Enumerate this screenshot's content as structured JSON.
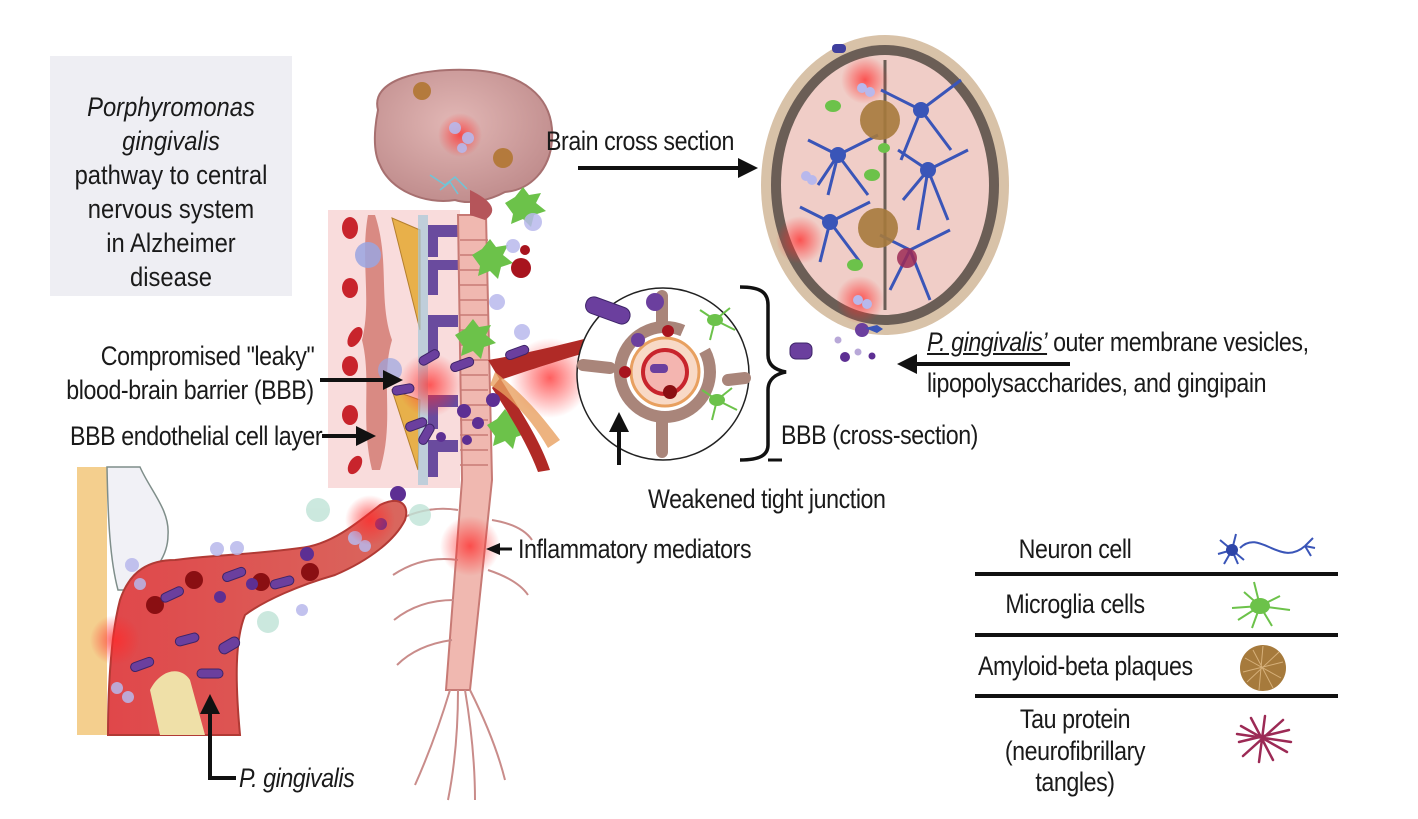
{
  "title": {
    "line1_italic": "Porphyromonas",
    "line2_italic": "gingivalis",
    "line3": "pathway to central",
    "line4": "nervous system",
    "line5": "in Alzheimer",
    "line6": "disease"
  },
  "labels": {
    "brain_cross_section": "Brain cross section",
    "leaky_bbb_line1": "Compromised \"leaky\"",
    "leaky_bbb_line2": "blood-brain barrier (BBB)",
    "endothelial_layer": "BBB endothelial cell layer",
    "omv_italic": "P. gingivalis’",
    "omv_line1_rest": " outer membrane vesicles,",
    "omv_line2": "lipopolysaccharides, and gingipain",
    "bbb_cross_section": "BBB (cross-section)",
    "weakened_tight_junction": "Weakened tight junction",
    "inflammatory_mediators": "Inflammatory mediators",
    "p_gingivalis": "P. gingivalis"
  },
  "legend": {
    "items": [
      {
        "label": "Neuron cell",
        "icon": "neuron-icon",
        "color": "#3a55b8"
      },
      {
        "label": "Microglia cells",
        "icon": "microglia-icon",
        "color": "#6cc24a"
      },
      {
        "label": "Amyloid-beta plaques",
        "icon": "amyloid-plaque-icon",
        "color": "#a67a3c"
      },
      {
        "label_lines": [
          "Tau protein",
          "(neurofibrillary",
          "tangles)"
        ],
        "icon": "tau-tangle-icon",
        "color": "#9c2a55"
      }
    ]
  },
  "colors": {
    "title_box_bg": "#eeeef3",
    "bacteria": "#6b3f9e",
    "blood_vessel": "#d9473f",
    "red_blood_cell": "#c8242c",
    "brain_tissue": "#d7a7a5",
    "skull": "#d8c2a8",
    "neuron": "#3a55b8",
    "microglia": "#6cc24a",
    "amyloid": "#a67a3c",
    "tau": "#9c2a55",
    "astrocyte_endfoot": "#6a4b9e",
    "pericyte": "#e8b04a"
  }
}
